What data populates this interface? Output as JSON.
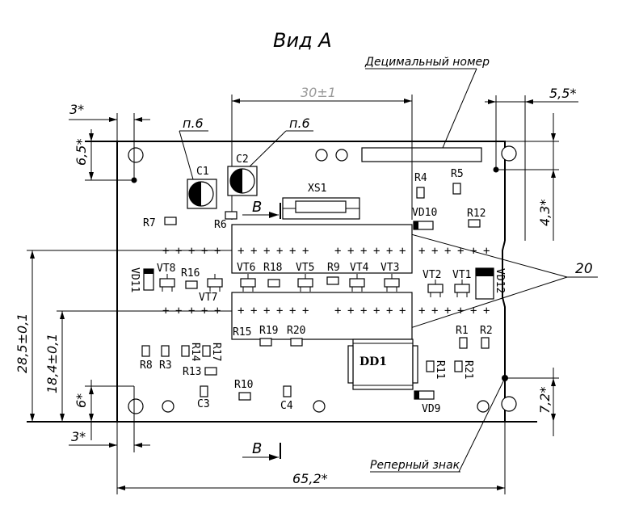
{
  "view_title": "Вид А",
  "dimensions": {
    "width_30": "30±1",
    "left_3_top": "3*",
    "right_55": "5,5*",
    "left_65": "6,5*",
    "right_43": "4,3*",
    "height_285": "28,5±0,1",
    "height_184": "18,4±0,1",
    "left_6": "6*",
    "right_72": "7,2*",
    "left_3_bottom": "3*",
    "width_652": "65,2*"
  },
  "callouts": {
    "decimal_number": "Децимальный номер",
    "item_6_a": "п.6",
    "item_6_b": "п.6",
    "item_20": "20",
    "reference_mark": "Реперный знак"
  },
  "section_label_top": "В",
  "section_label_bottom": "В",
  "designators": {
    "C1": "C1",
    "C2": "C2",
    "C3": "C3",
    "C4": "C4",
    "XS1": "XS1",
    "DD1": "DD1",
    "R1": "R1",
    "R2": "R2",
    "R3": "R3",
    "R4": "R4",
    "R5": "R5",
    "R6": "R6",
    "R7": "R7",
    "R8": "R8",
    "R9": "R9",
    "R10": "R10",
    "R11": "R11",
    "R12": "R12",
    "R13": "R13",
    "R14": "R14",
    "R15": "R15",
    "R16": "R16",
    "R17": "R17",
    "R18": "R18",
    "R19": "R19",
    "R20": "R20",
    "R21": "R21",
    "VT1": "VT1",
    "VT2": "VT2",
    "VT3": "VT3",
    "VT4": "VT4",
    "VT5": "VT5",
    "VT6": "VT6",
    "VT7": "VT7",
    "VT8": "VT8",
    "VD9": "VD9",
    "VD10": "VD10",
    "VD11": "VD11",
    "VD12": "VD12"
  }
}
